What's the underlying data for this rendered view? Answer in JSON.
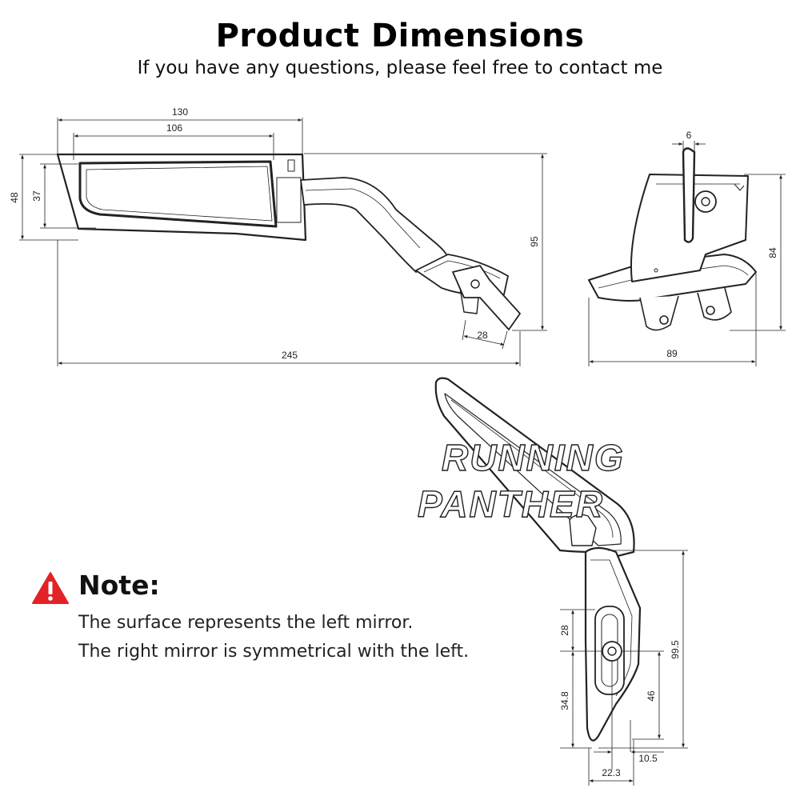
{
  "header": {
    "title": "Product Dimensions",
    "subtitle": "If you have any questions, please feel free to contact me"
  },
  "watermark": {
    "line1": "RUNNING",
    "line2": "PANTHER"
  },
  "dimensions": {
    "top_width": "130",
    "mirror_width": "106",
    "height_outer": "48",
    "height_inner": "37",
    "total_height": "95",
    "base_width": "28",
    "total_length": "245",
    "side_thickness": "6",
    "side_height": "84",
    "side_depth": "89",
    "bottom_slot": "28",
    "bottom_height": "99.5",
    "bottom_lower": "34.8",
    "bottom_mid": "46",
    "bottom_offset": "10.5",
    "bottom_width": "22.3"
  },
  "note": {
    "icon": "warning-triangle-icon",
    "title": "Note:",
    "line1": "The surface represents the left mirror.",
    "line2": "The right mirror is symmetrical with the left."
  },
  "colors": {
    "warning": "#e32227",
    "line": "#222222"
  }
}
